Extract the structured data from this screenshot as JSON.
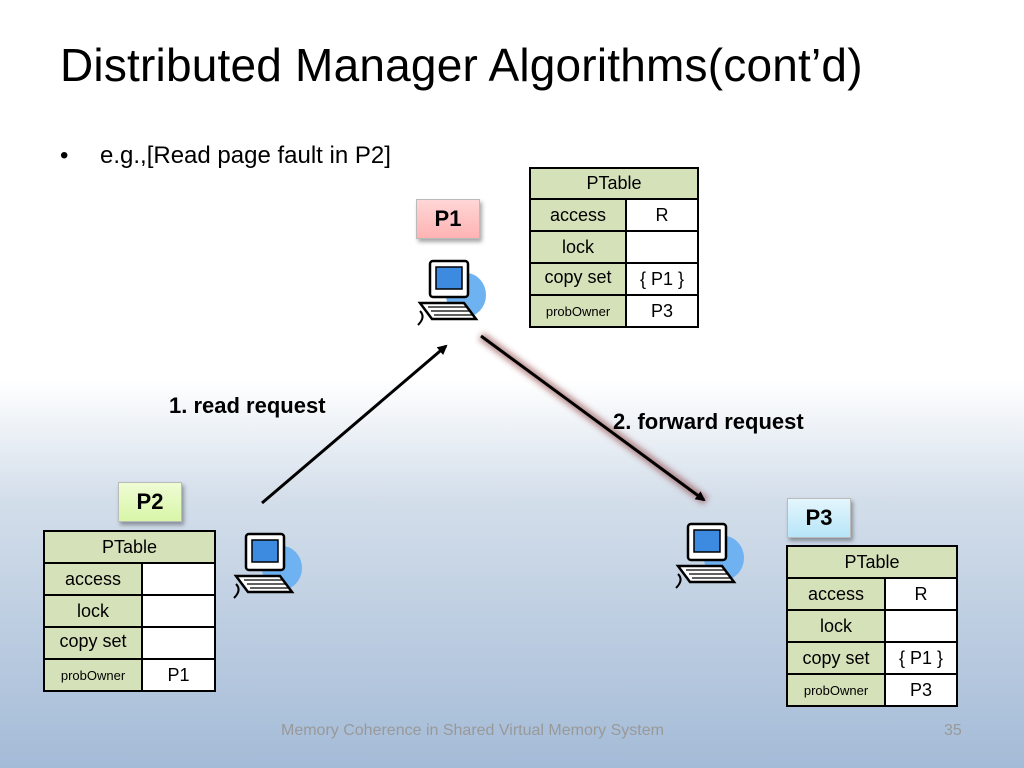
{
  "slide": {
    "title": "Distributed Manager Algorithms(cont’d)",
    "bullet_dot": "•",
    "bullet_text": "e.g.,[Read page fault in P2]",
    "footer": "Memory Coherence in Shared Virtual Memory System",
    "page_number": "35"
  },
  "nodes": {
    "p1": {
      "label": "P1",
      "ptable": {
        "header": "PTable",
        "rows": [
          {
            "key": "access",
            "value": "R"
          },
          {
            "key": "lock",
            "value": ""
          },
          {
            "key": "copy set",
            "value": "{ P1 }"
          },
          {
            "key": "probOwner",
            "value": "P3"
          }
        ]
      }
    },
    "p2": {
      "label": "P2",
      "ptable": {
        "header": "PTable",
        "rows": [
          {
            "key": "access",
            "value": ""
          },
          {
            "key": "lock",
            "value": ""
          },
          {
            "key": "copy set",
            "value": ""
          },
          {
            "key": "probOwner",
            "value": "P1"
          }
        ]
      }
    },
    "p3": {
      "label": "P3",
      "ptable": {
        "header": "PTable",
        "rows": [
          {
            "key": "access",
            "value": "R"
          },
          {
            "key": "lock",
            "value": ""
          },
          {
            "key": "copy set",
            "value": "{ P1 }"
          },
          {
            "key": "probOwner",
            "value": "P3"
          }
        ]
      }
    }
  },
  "edges": [
    {
      "from": "P2",
      "to": "P1",
      "label": "1. read request"
    },
    {
      "from": "P1",
      "to": "P3",
      "label": "2. forward request"
    }
  ],
  "icons": {
    "computer": "computer-icon"
  },
  "colors": {
    "table_key_bg": "#d5e1b9",
    "p1_label_bg": "#ffc4c4",
    "p2_label_bg": "#e0f9b8",
    "p3_label_bg": "#c7ecfa",
    "forward_arrow_glow": "#8b3a3a"
  }
}
